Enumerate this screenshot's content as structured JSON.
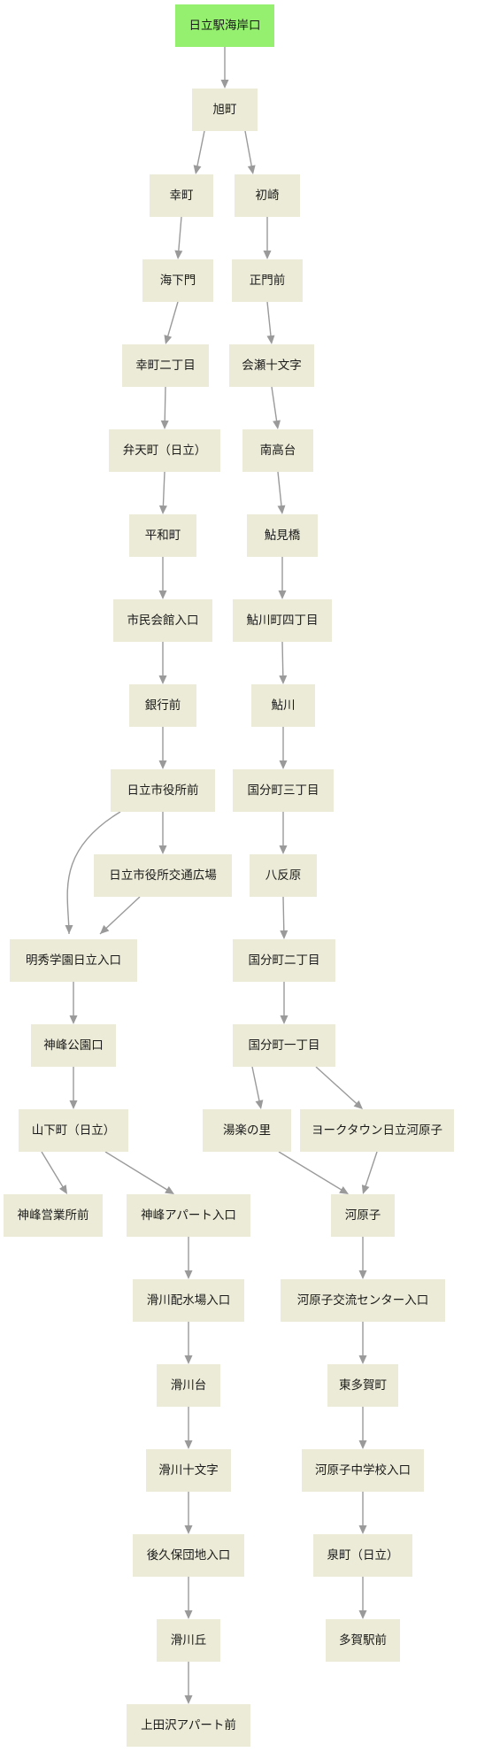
{
  "stops": [
    {
      "id": "n0",
      "label": "日立駅海岸口",
      "start": true
    },
    {
      "id": "n1",
      "label": "旭町"
    },
    {
      "id": "n2",
      "label": "幸町"
    },
    {
      "id": "n3",
      "label": "初崎"
    },
    {
      "id": "n4",
      "label": "海下門"
    },
    {
      "id": "n5",
      "label": "正門前"
    },
    {
      "id": "n6",
      "label": "幸町二丁目"
    },
    {
      "id": "n7",
      "label": "会瀬十文字"
    },
    {
      "id": "n8",
      "label": "弁天町（日立）"
    },
    {
      "id": "n9",
      "label": "南高台"
    },
    {
      "id": "n10",
      "label": "平和町"
    },
    {
      "id": "n11",
      "label": "鮎見橋"
    },
    {
      "id": "n12",
      "label": "市民会館入口"
    },
    {
      "id": "n13",
      "label": "鮎川町四丁目"
    },
    {
      "id": "n14",
      "label": "銀行前"
    },
    {
      "id": "n15",
      "label": "鮎川"
    },
    {
      "id": "n16",
      "label": "日立市役所前"
    },
    {
      "id": "n17",
      "label": "国分町三丁目"
    },
    {
      "id": "n18",
      "label": "日立市役所交通広場"
    },
    {
      "id": "n19",
      "label": "八反原"
    },
    {
      "id": "n20",
      "label": "明秀学園日立入口"
    },
    {
      "id": "n21",
      "label": "国分町二丁目"
    },
    {
      "id": "n22",
      "label": "神峰公園口"
    },
    {
      "id": "n23",
      "label": "国分町一丁目"
    },
    {
      "id": "n24",
      "label": "山下町（日立）"
    },
    {
      "id": "n25",
      "label": "湯楽の里"
    },
    {
      "id": "n26",
      "label": "ヨークタウン日立河原子"
    },
    {
      "id": "n27",
      "label": "神峰営業所前"
    },
    {
      "id": "n28",
      "label": "神峰アパート入口"
    },
    {
      "id": "n29",
      "label": "河原子"
    },
    {
      "id": "n30",
      "label": "滑川配水場入口"
    },
    {
      "id": "n31",
      "label": "河原子交流センター入口"
    },
    {
      "id": "n32",
      "label": "滑川台"
    },
    {
      "id": "n33",
      "label": "東多賀町"
    },
    {
      "id": "n34",
      "label": "滑川十文字"
    },
    {
      "id": "n35",
      "label": "河原子中学校入口"
    },
    {
      "id": "n36",
      "label": "後久保団地入口"
    },
    {
      "id": "n37",
      "label": "泉町（日立）"
    },
    {
      "id": "n38",
      "label": "滑川丘"
    },
    {
      "id": "n39",
      "label": "多賀駅前"
    },
    {
      "id": "n40",
      "label": "上田沢アパート前"
    }
  ],
  "edges": [
    [
      "n0",
      "n1"
    ],
    [
      "n1",
      "n2"
    ],
    [
      "n1",
      "n3"
    ],
    [
      "n2",
      "n4"
    ],
    [
      "n3",
      "n5"
    ],
    [
      "n4",
      "n6"
    ],
    [
      "n5",
      "n7"
    ],
    [
      "n6",
      "n8"
    ],
    [
      "n7",
      "n9"
    ],
    [
      "n8",
      "n10"
    ],
    [
      "n9",
      "n11"
    ],
    [
      "n10",
      "n12"
    ],
    [
      "n11",
      "n13"
    ],
    [
      "n12",
      "n14"
    ],
    [
      "n13",
      "n15"
    ],
    [
      "n14",
      "n16"
    ],
    [
      "n15",
      "n17"
    ],
    [
      "n16",
      "n18"
    ],
    [
      "n16",
      "n20"
    ],
    [
      "n18",
      "n20"
    ],
    [
      "n17",
      "n19"
    ],
    [
      "n19",
      "n21"
    ],
    [
      "n20",
      "n22"
    ],
    [
      "n21",
      "n23"
    ],
    [
      "n22",
      "n24"
    ],
    [
      "n23",
      "n25"
    ],
    [
      "n23",
      "n26"
    ],
    [
      "n24",
      "n27"
    ],
    [
      "n24",
      "n28"
    ],
    [
      "n25",
      "n29"
    ],
    [
      "n26",
      "n29"
    ],
    [
      "n28",
      "n30"
    ],
    [
      "n29",
      "n31"
    ],
    [
      "n30",
      "n32"
    ],
    [
      "n31",
      "n33"
    ],
    [
      "n32",
      "n34"
    ],
    [
      "n33",
      "n35"
    ],
    [
      "n34",
      "n36"
    ],
    [
      "n35",
      "n37"
    ],
    [
      "n36",
      "n38"
    ],
    [
      "n37",
      "n39"
    ],
    [
      "n38",
      "n40"
    ]
  ],
  "colors": {
    "node_fill": "#ecebd7",
    "start_fill": "#94f06e",
    "edge": "#9a9a9a",
    "text": "#1a1a1a"
  }
}
